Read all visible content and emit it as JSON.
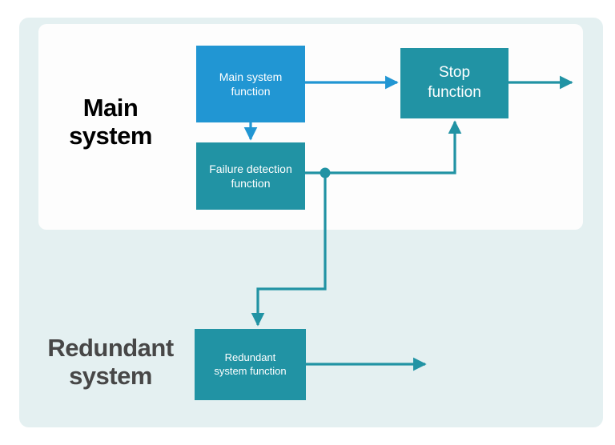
{
  "diagram": {
    "title_visible": false,
    "colors": {
      "blue": "#2196d3",
      "teal": "#2193a4",
      "panel_outer": "#e4f0f1",
      "panel_inner": "#fdfdfd",
      "label_main": "#000000",
      "label_redundant": "#474747",
      "node_text": "#ffffff"
    },
    "sections": [
      {
        "key": "main",
        "label": "Main\nsystem"
      },
      {
        "key": "redundant",
        "label": "Redundant\nsystem"
      }
    ],
    "nodes": [
      {
        "key": "main_system_function",
        "label": "Main system\nfunction",
        "color": "#2196d3",
        "section": "main"
      },
      {
        "key": "stop_function",
        "label": "Stop\nfunction",
        "color": "#2193a4",
        "section": "main"
      },
      {
        "key": "failure_detection_function",
        "label": "Failure detection\nfunction",
        "color": "#2193a4",
        "section": "main"
      },
      {
        "key": "redundant_system_function",
        "label": "Redundant\nsystem function",
        "color": "#2193a4",
        "section": "redundant"
      }
    ],
    "edges": [
      {
        "key": "main-to-stop",
        "from": "main_system_function",
        "to": "stop_function",
        "color": "#2196d3",
        "arrow": true
      },
      {
        "key": "main-to-failure",
        "from": "main_system_function",
        "to": "failure_detection_function",
        "color": "#2196d3",
        "arrow": true
      },
      {
        "key": "stop-output",
        "from": "stop_function",
        "to": "",
        "color": "#2193a4",
        "arrow": true
      },
      {
        "key": "failure-to-stop",
        "from": "failure_detection_function",
        "to": "stop_function",
        "color": "#2193a4",
        "arrow": true
      },
      {
        "key": "failure-to-redundant",
        "from": "failure_detection_function",
        "to": "redundant_system_function",
        "color": "#2193a4",
        "arrow": true
      },
      {
        "key": "redundant-output",
        "from": "redundant_system_function",
        "to": "",
        "color": "#2193a4",
        "arrow": true
      }
    ],
    "junction": {
      "key": "failure-branch-junction",
      "color": "#2193a4"
    }
  }
}
